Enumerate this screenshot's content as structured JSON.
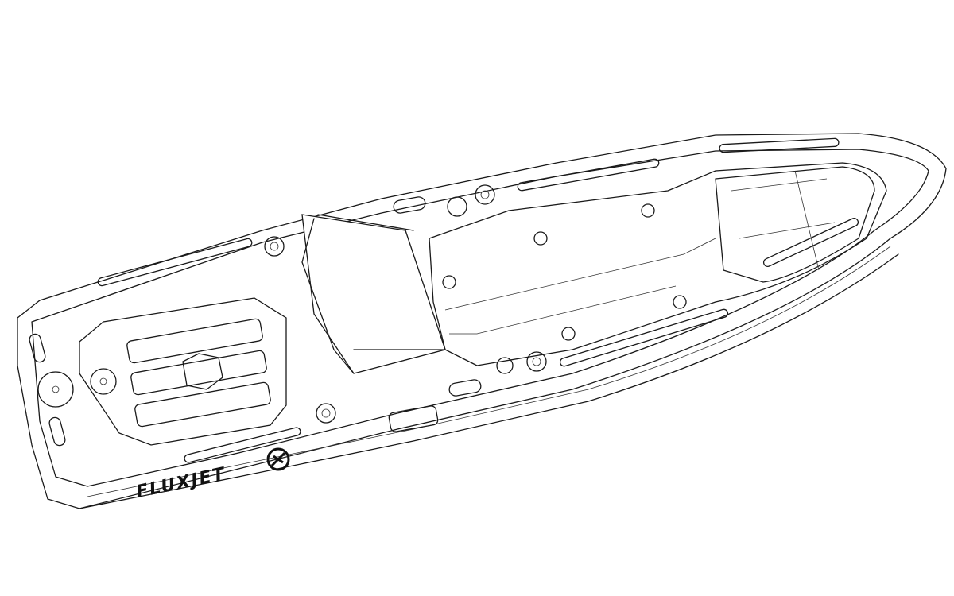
{
  "drawing": {
    "subject": "Fishing kayak technical line drawing (top/perspective view)",
    "brand_text": "FLUXJET",
    "logo_icon": "circular-bird-emblem",
    "line_color": "#1a1a1a",
    "background_color": "#ffffff"
  }
}
